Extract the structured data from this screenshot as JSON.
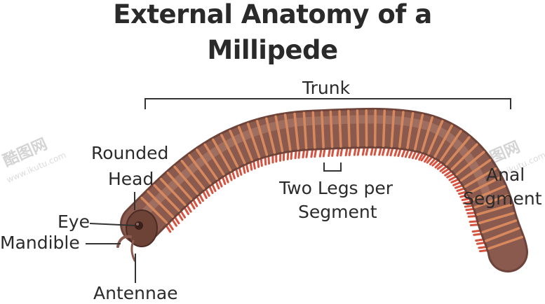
{
  "title_line1": "External Anatomy of a",
  "title_line2": "Millipede",
  "labels": {
    "trunk": "Trunk",
    "rounded_head_1": "Rounded",
    "rounded_head_2": "Head",
    "two_legs_1": "Two Legs per",
    "two_legs_2": "Segment",
    "anal_1": "Anal",
    "anal_2": "Segment",
    "eye": "Eye",
    "mandible": "Mandible",
    "antennae": "Antennae"
  },
  "watermark": {
    "brand": "酷图网",
    "url": "www.ikutu.com"
  },
  "colors": {
    "body": "#8a5a4e",
    "body_light": "#a7786a",
    "band": "#d7885c",
    "legs": "#d6533f",
    "text": "#2b2b2b",
    "line": "#333333"
  }
}
